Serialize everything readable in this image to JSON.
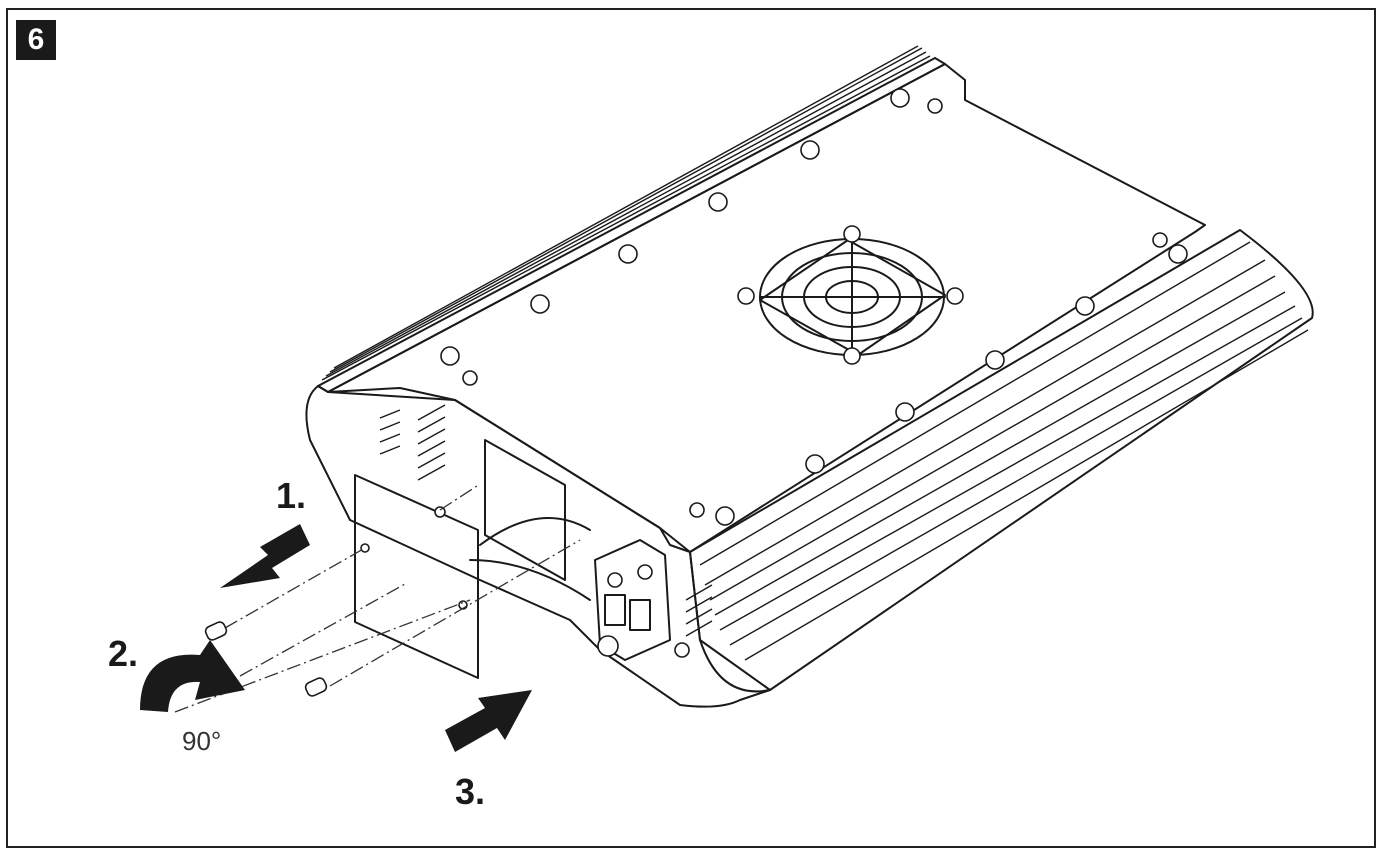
{
  "figure": {
    "number": "6"
  },
  "steps": [
    {
      "label": "1.",
      "arrow": "arrow-left"
    },
    {
      "label": "2.",
      "arrow": "arrow-rotate",
      "angle": "90°"
    },
    {
      "label": "3.",
      "arrow": "arrow-right"
    }
  ],
  "colors": {
    "ink": "#1a1a1a",
    "plate": "#c9c9c9",
    "background": "#ffffff"
  }
}
